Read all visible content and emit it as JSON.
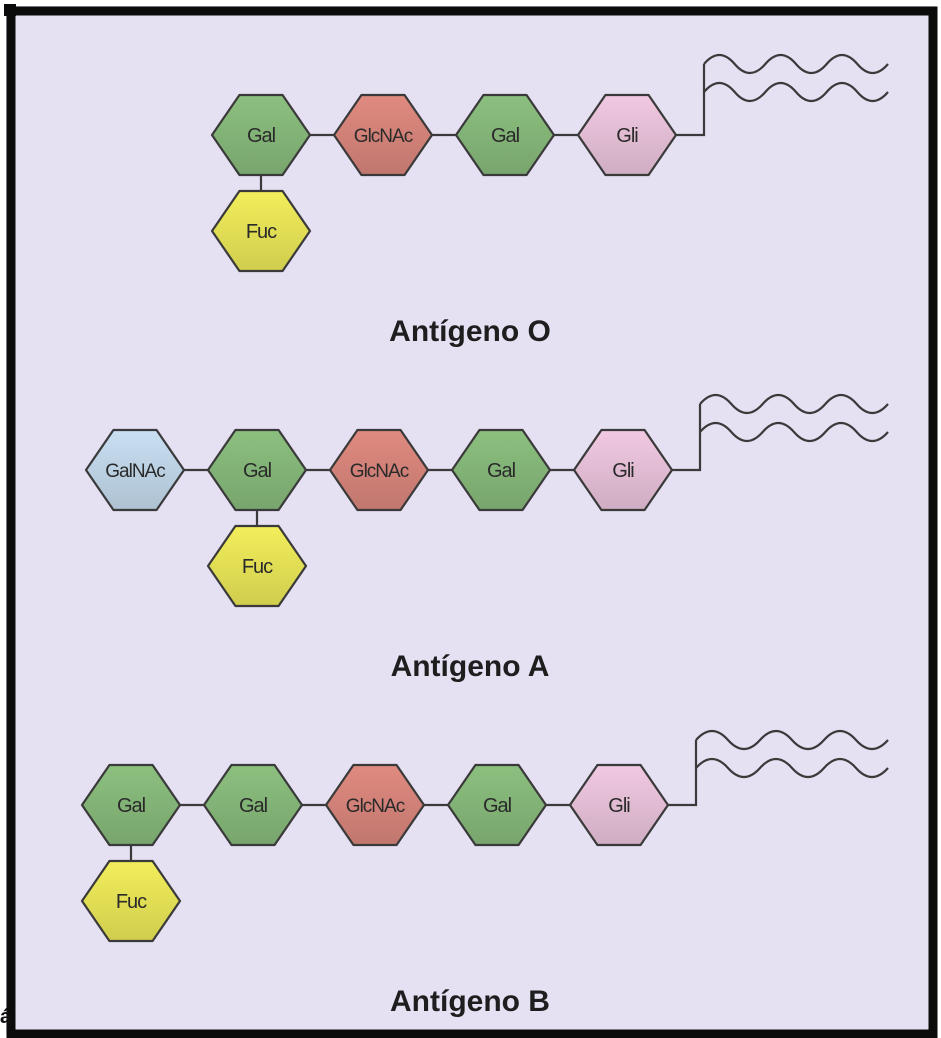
{
  "colors": {
    "background": "#e6e0f3",
    "frame": "#0b0b0b",
    "bond": "#3a3a3a",
    "Gal": "#8cc07f",
    "GlcNAc": "#e08a80",
    "Gli": "#f1c9e2",
    "Fuc": "#f2ee5b",
    "GalNAc": "#c9e0f3",
    "label": "#1e1e1e"
  },
  "corner_mark": "á",
  "antigens": [
    {
      "title": "Antígeno O",
      "chain": [
        "Gal",
        "GlcNAc",
        "Gal",
        "Gli"
      ],
      "branch": "Fuc"
    },
    {
      "title": "Antígeno A",
      "chain": [
        "GalNAc",
        "Gal",
        "GlcNAc",
        "Gal",
        "Gli"
      ],
      "branch": "Fuc"
    },
    {
      "title": "Antígeno B",
      "chain": [
        "Gal",
        "Gal",
        "GlcNAc",
        "Gal",
        "Gli"
      ],
      "branch": "Fuc"
    }
  ]
}
